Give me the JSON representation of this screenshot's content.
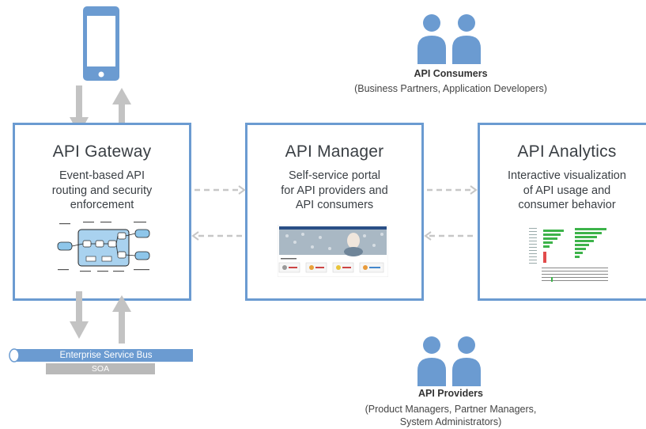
{
  "colors": {
    "box_border": "#6b9bd1",
    "person": "#6b9bd1",
    "arrow": "#c3c3c3",
    "dashed_arrow": "#c7c7c7",
    "bus": "#6b9bd1",
    "soa": "#b9b9b9"
  },
  "gateway": {
    "title": "API Gateway",
    "description": "Event-based API\nrouting and security\nenforcement"
  },
  "manager": {
    "title": "API Manager",
    "description": "Self-service portal\nfor API providers and\nAPI consumers"
  },
  "analytics": {
    "title": "API Analytics",
    "description": "Interactive visualization\nof API usage and\nconsumer behavior"
  },
  "consumers": {
    "title": "API Consumers",
    "subtitle": "(Business Partners, Application Developers)"
  },
  "providers": {
    "title": "API Providers",
    "subtitle": "(Product Managers, Partner Managers,\nSystem Administrators)"
  },
  "bus": {
    "label": "Enterprise Service Bus",
    "soa_label": "SOA"
  },
  "icons": {
    "device": "smartphone-icon",
    "person": "person-icon"
  }
}
